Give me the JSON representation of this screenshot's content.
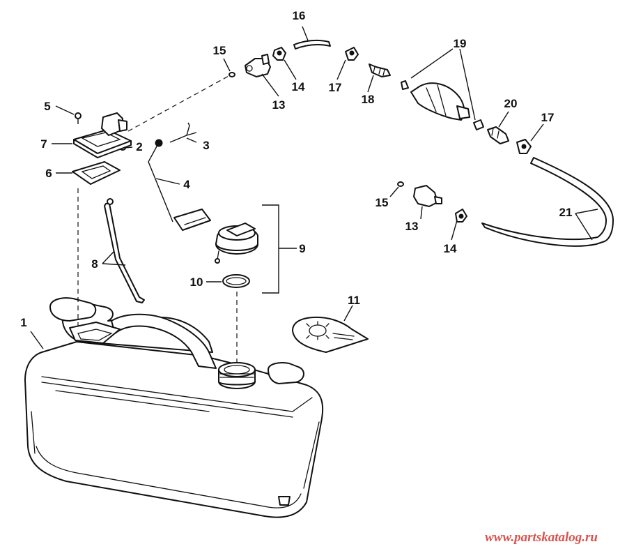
{
  "callouts": {
    "p1": "1",
    "p2": "2",
    "p3": "3",
    "p4": "4",
    "p5": "5",
    "p6": "6",
    "p7": "7",
    "p8": "8",
    "p9": "9",
    "p10": "10",
    "p11": "11",
    "p13a": "13",
    "p13b": "13",
    "p14a": "14",
    "p14b": "14",
    "p15a": "15",
    "p15b": "15",
    "p16": "16",
    "p17a": "17",
    "p17b": "17",
    "p18": "18",
    "p19": "19",
    "p20": "20",
    "p21": "21"
  },
  "watermark": {
    "text": "www.partskatalog.ru",
    "color": "#d9534f"
  },
  "colors": {
    "ink": "#111111",
    "paper": "#ffffff"
  }
}
